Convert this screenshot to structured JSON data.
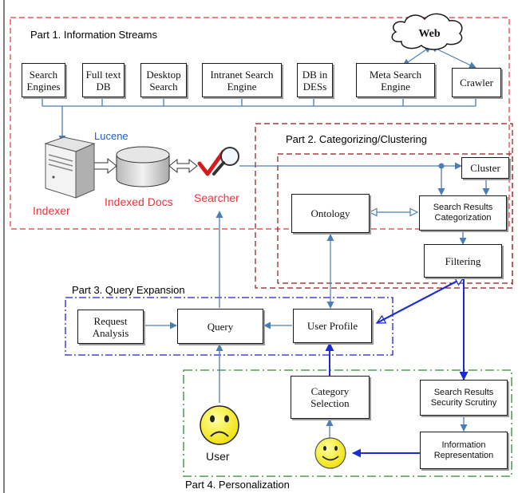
{
  "colors": {
    "part1": "#e8343b",
    "part2": "#8b1a1a",
    "part3": "#1f1fd0",
    "part4": "#2e8b2e",
    "arrow": "#4a7eb5",
    "arrow_strong": "#1a2cd8",
    "check": "#d41c1c",
    "face": "#ffff00"
  },
  "parts": {
    "part1": "Part 1. Information Streams",
    "part2": "Part 2. Categorizing/Clustering",
    "part3": "Part 3. Query Expansion",
    "part4": "Part 4. Personalization"
  },
  "web": "Web",
  "sources": {
    "search_engines": "Search\nEngines",
    "fulltext_db": "Full text\nDB",
    "desktop_search": "Desktop\nSearch",
    "intranet": "Intranet Search\nEngine",
    "db_in_des": "DB in\nDESs",
    "meta_search": "Meta Search\nEngine",
    "crawler": "Crawler"
  },
  "labels": {
    "lucene": "Lucene",
    "indexer": "Indexer",
    "indexed_docs": "Indexed Docs",
    "searcher": "Searcher",
    "user": "User"
  },
  "boxes": {
    "cluster": "Cluster",
    "ontology": "Ontology",
    "categorization": "Search Results\nCategorization",
    "filtering": "Filtering",
    "request_analysis": "Request\nAnalysis",
    "query": "Query",
    "user_profile": "User Profile",
    "category_selection": "Category\nSelection",
    "security_scrutiny": "Search Results\nSecurity Scrutiny",
    "info_representation": "Information\nRepresentation"
  },
  "icons": {
    "server": "server-icon",
    "database": "database-icon",
    "searcher": "magnifier-check-icon",
    "web": "cloud-icon",
    "sad_user": "sad-face-icon",
    "happy_user": "smiley-face-icon"
  }
}
